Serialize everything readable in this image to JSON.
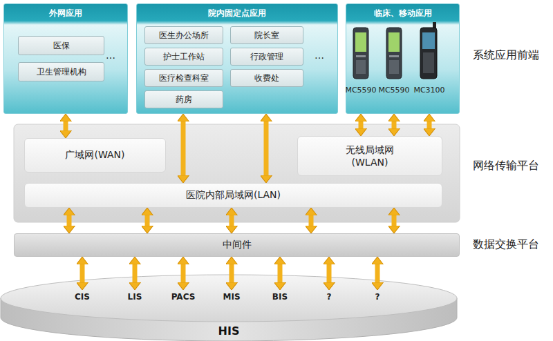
{
  "diagram": {
    "nodes": [
      {
        "text": [
          "外网应用"
        ]
      },
      {
        "text": [
          "医保"
        ],
        "in": 0
      },
      {
        "text": [
          "卫生管理机构"
        ],
        "in": 0
      },
      {
        "text": [
          "院内固定点应用"
        ]
      },
      {
        "text": [
          "医生办公场所"
        ],
        "in": 3
      },
      {
        "text": [
          "院长室"
        ],
        "in": 3
      },
      {
        "text": [
          "护士工作站"
        ],
        "in": 3
      },
      {
        "text": [
          "行政管理"
        ],
        "in": 3
      },
      {
        "text": [
          "医疗检查科室"
        ],
        "in": 3
      },
      {
        "text": [
          "收费处"
        ],
        "in": 3
      },
      {
        "text": [
          "药房"
        ],
        "in": 3
      },
      {
        "text": [
          "临床、移动应用"
        ]
      },
      {
        "text": [
          "广域网(WAN)"
        ]
      },
      {
        "text": [
          "无线局域网 (WLAN)"
        ]
      },
      {
        "text": [
          "医院内部局域网(LAN)"
        ]
      },
      {
        "text": [
          "中间件"
        ]
      },
      {
        "text": [
          "HIS"
        ]
      },
      {
        "text": [
          "CIS"
        ],
        "in": 16
      },
      {
        "text": [
          "LIS"
        ],
        "in": 16
      },
      {
        "text": [
          "PACS"
        ],
        "in": 16
      },
      {
        "text": [
          "MIS"
        ],
        "in": 16
      },
      {
        "text": [
          "BIS"
        ],
        "in": 16
      },
      {
        "text": [
          "?"
        ],
        "in": 16
      },
      {
        "text": [
          "?"
        ],
        "in": 16
      }
    ],
    "edges": [
      {
        "from": 0,
        "to": 12,
        "arrow": "both"
      },
      {
        "from": 3,
        "to": 14,
        "arrow": "both"
      },
      {
        "from": 3,
        "to": 14,
        "arrow": "both"
      },
      {
        "from": 11,
        "to": 13,
        "arrow": "both"
      },
      {
        "from": 11,
        "to": 13,
        "arrow": "both"
      },
      {
        "from": 11,
        "to": 13,
        "arrow": "both"
      },
      {
        "from": 14,
        "to": 15,
        "arrow": "both"
      },
      {
        "from": 14,
        "to": 15,
        "arrow": "both"
      },
      {
        "from": 14,
        "to": 15,
        "arrow": "both"
      },
      {
        "from": 14,
        "to": 15,
        "arrow": "both"
      },
      {
        "from": 14,
        "to": 15,
        "arrow": "both"
      },
      {
        "from": 15,
        "to": 17,
        "arrow": "both"
      },
      {
        "from": 15,
        "to": 18,
        "arrow": "both"
      },
      {
        "from": 15,
        "to": 19,
        "arrow": "both"
      },
      {
        "from": 15,
        "to": 20,
        "arrow": "both"
      },
      {
        "from": 15,
        "to": 21,
        "arrow": "both"
      },
      {
        "from": 15,
        "to": 22,
        "arrow": "both"
      },
      {
        "from": 15,
        "to": 23,
        "arrow": "both"
      }
    ],
    "labels": [
      "…",
      "…",
      "MC5590",
      "MC5590",
      "MC3100",
      "系统应用前端",
      "网络传输平台",
      "数据交换平台"
    ]
  }
}
